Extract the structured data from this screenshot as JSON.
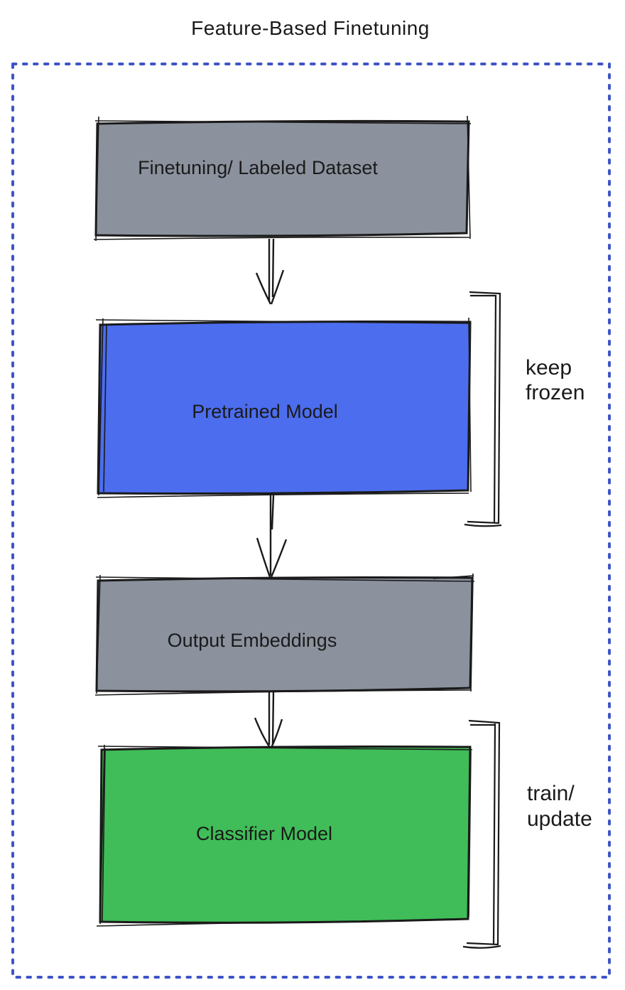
{
  "title": "Feature-Based Finetuning",
  "colors": {
    "title": "#3a4ecb",
    "border": "#3d55c8",
    "gray": "#8b929d",
    "blue": "#4c6dee",
    "green": "#40bd58",
    "ink": "#1a1a1a"
  },
  "nodes": [
    {
      "label": "Finetuning/ Labeled Dataset"
    },
    {
      "label": "Pretrained Model"
    },
    {
      "label": "Output Embeddings"
    },
    {
      "label": "Classifier Model"
    }
  ],
  "annotations": [
    {
      "lines": [
        "keep",
        "frozen"
      ]
    },
    {
      "lines": [
        "train/",
        "update"
      ]
    }
  ]
}
